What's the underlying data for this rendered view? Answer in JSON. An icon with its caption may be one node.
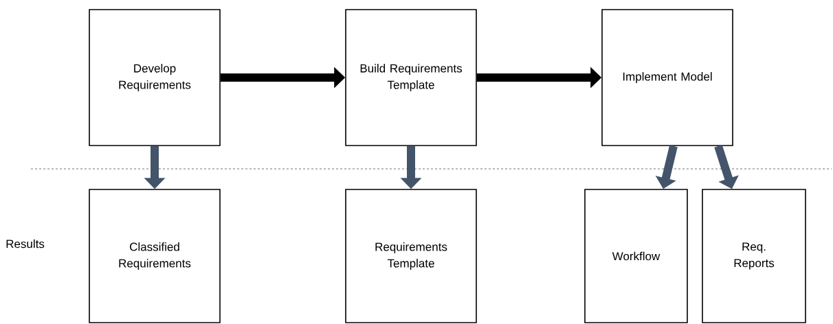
{
  "diagram": {
    "nodes": [
      {
        "text": [
          "Develop Requirements"
        ]
      },
      {
        "text": [
          "Build Requirements Template"
        ]
      },
      {
        "text": [
          "Implement Model"
        ]
      },
      {
        "text": [
          "Classified Requirements"
        ]
      },
      {
        "text": [
          "Requirements Template"
        ]
      },
      {
        "text": [
          "Workflow"
        ]
      },
      {
        "text": [
          "Req. Reports"
        ]
      }
    ],
    "edges": [
      {
        "from": 0,
        "to": 1,
        "arrow": "to",
        "color": "#000000"
      },
      {
        "from": 1,
        "to": 2,
        "arrow": "to",
        "color": "#000000"
      },
      {
        "from": 0,
        "to": 3,
        "arrow": "to"
      },
      {
        "from": 1,
        "to": 4,
        "arrow": "to"
      },
      {
        "from": 2,
        "to": 5,
        "arrow": "to"
      },
      {
        "from": 2,
        "to": 6,
        "arrow": "to"
      }
    ],
    "labels": [
      "Results"
    ]
  }
}
